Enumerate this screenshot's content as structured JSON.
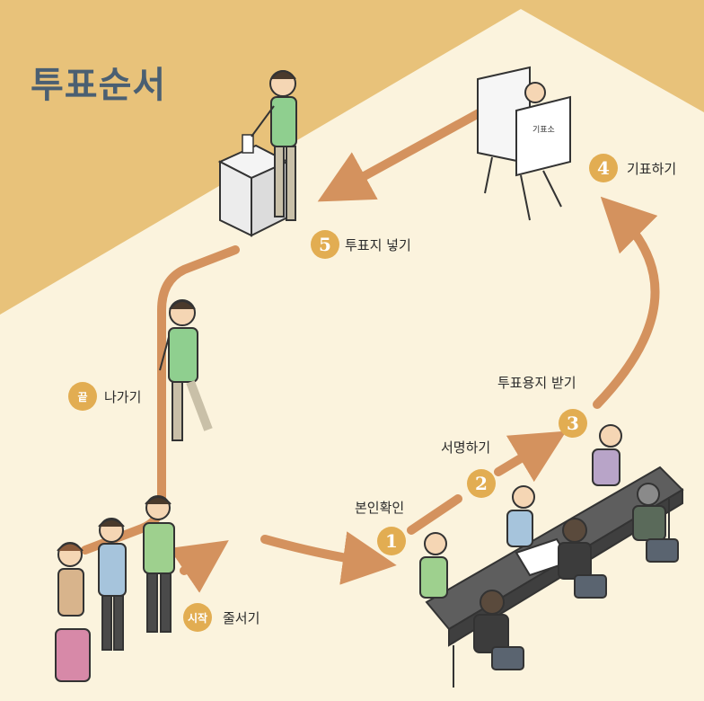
{
  "title": "투표순서",
  "booth_sign": "기표소",
  "steps": {
    "start": {
      "badge": "시작",
      "label": "줄서기"
    },
    "s1": {
      "badge": "1",
      "label": "본인확인"
    },
    "s2": {
      "badge": "2",
      "label": "서명하기"
    },
    "s3": {
      "badge": "3",
      "label": "투표용지 받기"
    },
    "s4": {
      "badge": "4",
      "label": "기표하기"
    },
    "s5": {
      "badge": "5",
      "label": "투표지 넣기"
    },
    "end": {
      "badge": "끝",
      "label": "나가기"
    }
  },
  "colors": {
    "top_band": "#e8c27a",
    "background": "#fbf3dd",
    "arrow": "#d4925e",
    "badge": "#e2ad52",
    "title": "#4a5f72"
  }
}
